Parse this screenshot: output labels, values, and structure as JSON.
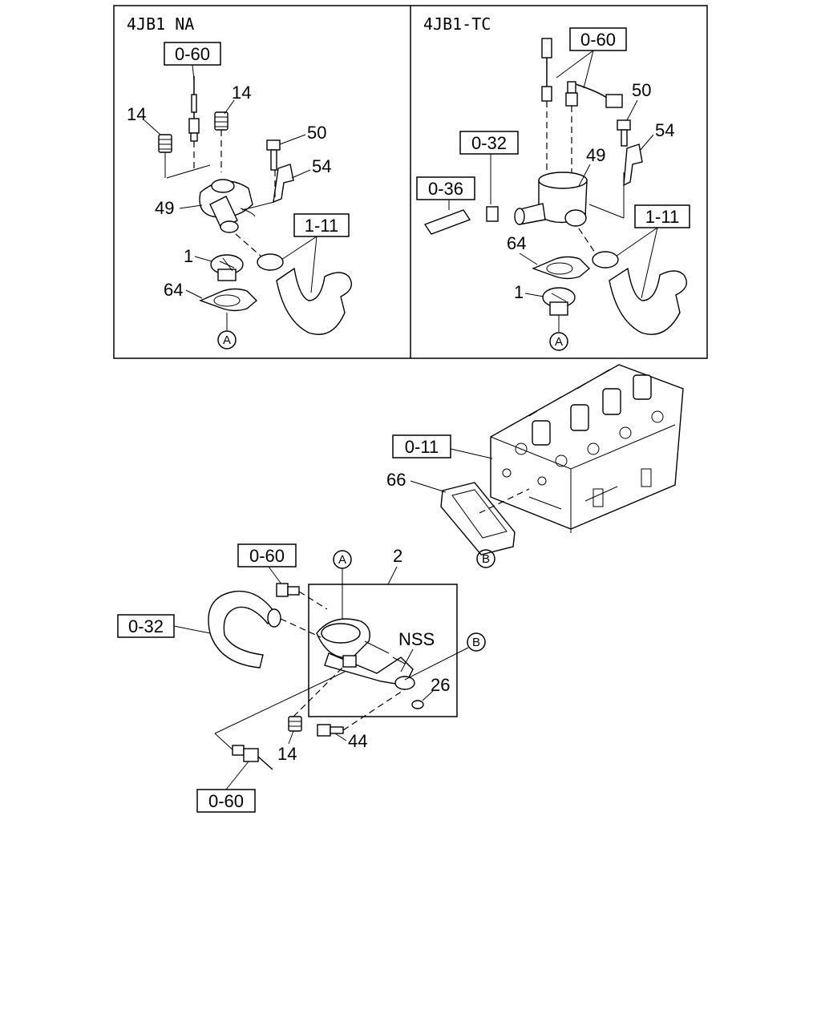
{
  "panels": {
    "left_title": "4JB1 NA",
    "right_title": "4JB1-TC"
  },
  "refs": {
    "r060": "0-60",
    "r032": "0-32",
    "r036": "0-36",
    "r111": "1-11",
    "r011": "0-11"
  },
  "parts": {
    "p1": "1",
    "p2": "2",
    "p14": "14",
    "p26": "26",
    "p44": "44",
    "p49": "49",
    "p50": "50",
    "p54": "54",
    "p64": "64",
    "p66": "66",
    "nss": "NSS"
  },
  "markers": {
    "a": "A",
    "b": "B"
  }
}
